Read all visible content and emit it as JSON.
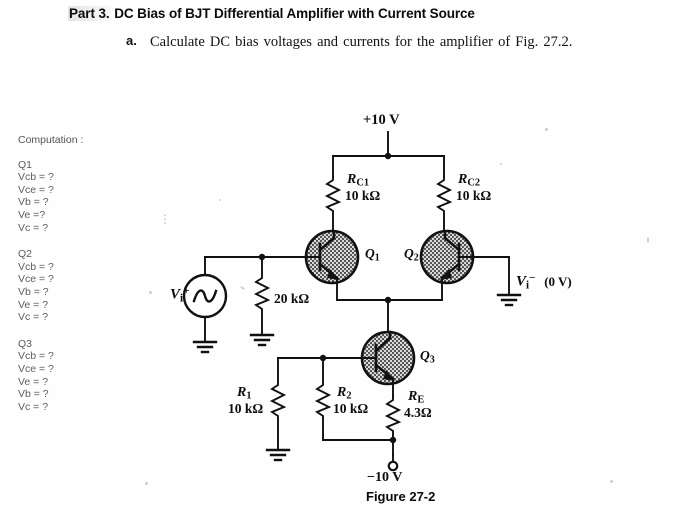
{
  "header": {
    "part_label": "Part 3.",
    "title": "DC Bias of BJT Differential Amplifier with Current Source"
  },
  "task": {
    "letter": "a.",
    "text": "Calculate DC bias voltages and currents for the amplifier of Fig. 27.2."
  },
  "computation": {
    "heading": "Computation :",
    "dots": "⋮",
    "groups": [
      {
        "name": "Q1",
        "lines": [
          "Vcb = ?",
          "Vce = ?",
          "Vb = ?",
          "Ve =?",
          "Vc = ?"
        ]
      },
      {
        "name": "Q2",
        "lines": [
          "Vcb = ?",
          "Vce = ?",
          "Vb = ?",
          "Ve = ?",
          "Vc = ?"
        ]
      },
      {
        "name": "Q3",
        "lines": [
          "Vcb = ?",
          "Vce = ?",
          "Ve = ?",
          "Vb = ?",
          "Vc = ?"
        ]
      }
    ]
  },
  "circuit": {
    "supply_positive": "+10 V",
    "supply_negative": "−10 V",
    "rc1_name": "R",
    "rc1_sub": "C1",
    "rc1_value": "10 kΩ",
    "rc2_name": "R",
    "rc2_sub": "C2",
    "rc2_value": "10 kΩ",
    "r1_name": "R",
    "r1_sub": "1",
    "r1_value": "10 kΩ",
    "r2_name": "R",
    "r2_sub": "2",
    "r2_value": "10 kΩ",
    "re_name": "R",
    "re_sub": "E",
    "re_value": "4.3Ω",
    "rb_value": "20 kΩ",
    "q1_name": "Q",
    "q1_sub": "1",
    "q2_name": "Q",
    "q2_sub": "2",
    "q3_name": "Q",
    "q3_sub": "3",
    "vin_pos_name": "V",
    "vin_pos_sub": "i",
    "vin_pos_sup": "+",
    "vin_neg_name": "V",
    "vin_neg_sub": "i",
    "vin_neg_sup": "−",
    "vin_neg_value": "(0 V)"
  },
  "figure": {
    "caption": "Figure 27-2"
  },
  "colors": {
    "ink": "#0d0d0d",
    "faded_text": "#5a5a5a",
    "transistor_fill": "#a9a9a9",
    "paper": "#fefefe"
  }
}
